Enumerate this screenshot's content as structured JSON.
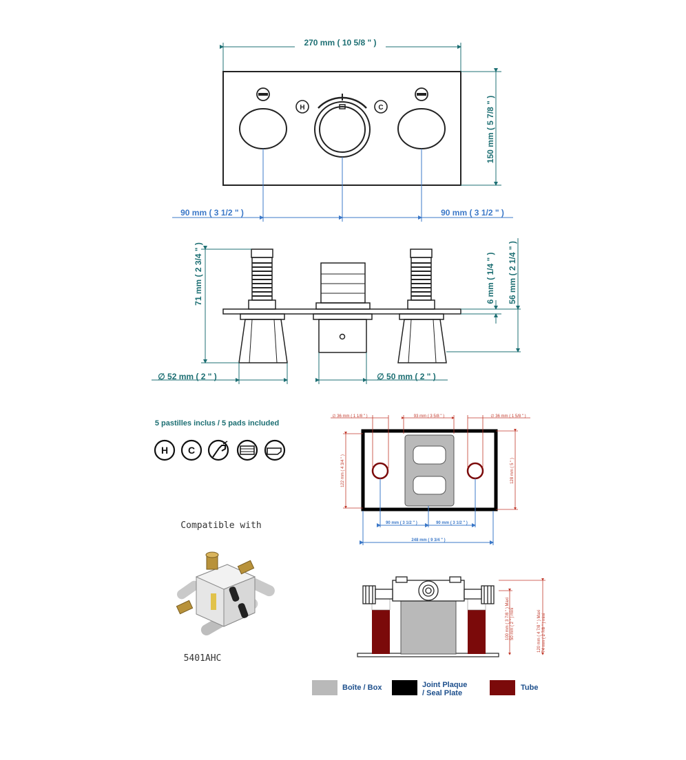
{
  "front_view": {
    "width_label": "270 mm ( 10 5/8 \" )",
    "height_label": "150 mm ( 5 7/8 \" )",
    "left_spacing_label": "90 mm ( 3 1/2 \" )",
    "right_spacing_label": "90 mm ( 3 1/2 \" )",
    "hot_mark": "H",
    "cold_mark": "C"
  },
  "side_view": {
    "total_height_label": "71 mm ( 2 3/4 \" )",
    "plate_label": "6 mm ( 1/4 \" )",
    "depth_label": "56 mm ( 2 1/4 \" )",
    "left_diameter_label": "∅ 52 mm ( 2 \" )",
    "center_diameter_label": "∅ 50 mm ( 2 \" )"
  },
  "pads": {
    "title": "5 pastilles inclus / 5 pads included",
    "items": [
      {
        "icon": "hot-icon",
        "text": "H"
      },
      {
        "icon": "cold-icon",
        "text": "C"
      },
      {
        "icon": "hand-shower-icon",
        "text": ""
      },
      {
        "icon": "showerhead-icon",
        "text": ""
      },
      {
        "icon": "tub-spout-icon",
        "text": ""
      }
    ]
  },
  "compatible": {
    "label": "Compatible with",
    "model": "5401AHC"
  },
  "rough_top": {
    "left_diam": "∅ 36 mm ( 1 1/8 \" )",
    "center_spacing": "93 mm ( 3 5/8 \" )",
    "right_diam": "∅ 36 mm ( 1 5/8 \" )",
    "left_height": "122 mm ( 4 3/4 \" )",
    "right_height": "128 mm ( 5 \" )",
    "spacing_left": "90 mm ( 3 1/2 \" )",
    "spacing_right": "90 mm ( 3 1/2 \" )",
    "overall_width": "248 mm ( 9 3/4 \" )"
  },
  "rough_side": {
    "inner_label_1": "100 mm ( 3 7/8 \" ) Maxi",
    "inner_label_2": "50 mm ( 2 \" ) mini",
    "outer_label_1": "120 mm ( 4 7/8 \" ) Maxi",
    "outer_label_2": "74 mm ( 2 7/8 \" ) mini"
  },
  "legend": {
    "items": [
      {
        "label_line1": "Boîte / Box",
        "label_line2": "",
        "color": "#b9b9b9"
      },
      {
        "label_line1": "Joint Plaque",
        "label_line2": "/ Seal Plate",
        "color": "#000000"
      },
      {
        "label_line1": "Tube",
        "label_line2": "",
        "color": "#7b0a0a"
      }
    ]
  },
  "colors": {
    "dimension": "#1d6f73",
    "spacing": "#3b78c8",
    "red_dimension": "#c0392b",
    "box": "#b9b9b9",
    "tube": "#7b0a0a"
  }
}
